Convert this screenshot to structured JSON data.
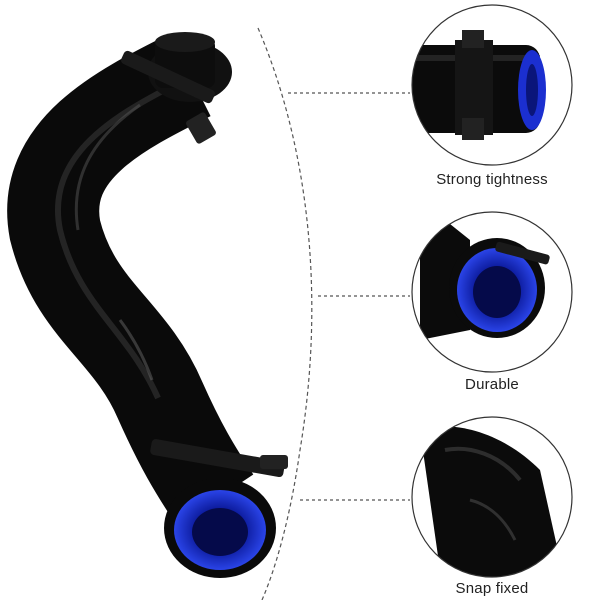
{
  "features": [
    {
      "label": "Strong tightness",
      "detail_icon": "hose-clamp-end-view"
    },
    {
      "label": "Durable",
      "detail_icon": "hose-blue-interior-view"
    },
    {
      "label": "Snap fixed",
      "detail_icon": "hose-snap-section-view"
    }
  ],
  "colors": {
    "hose": "#0a0a0a",
    "hose_highlight": "#3a3a3a",
    "liner": "#1b2fd0",
    "liner_dark": "#0a157a",
    "background": "#ffffff",
    "guide_line": "#555555",
    "circle_border": "#333333"
  }
}
